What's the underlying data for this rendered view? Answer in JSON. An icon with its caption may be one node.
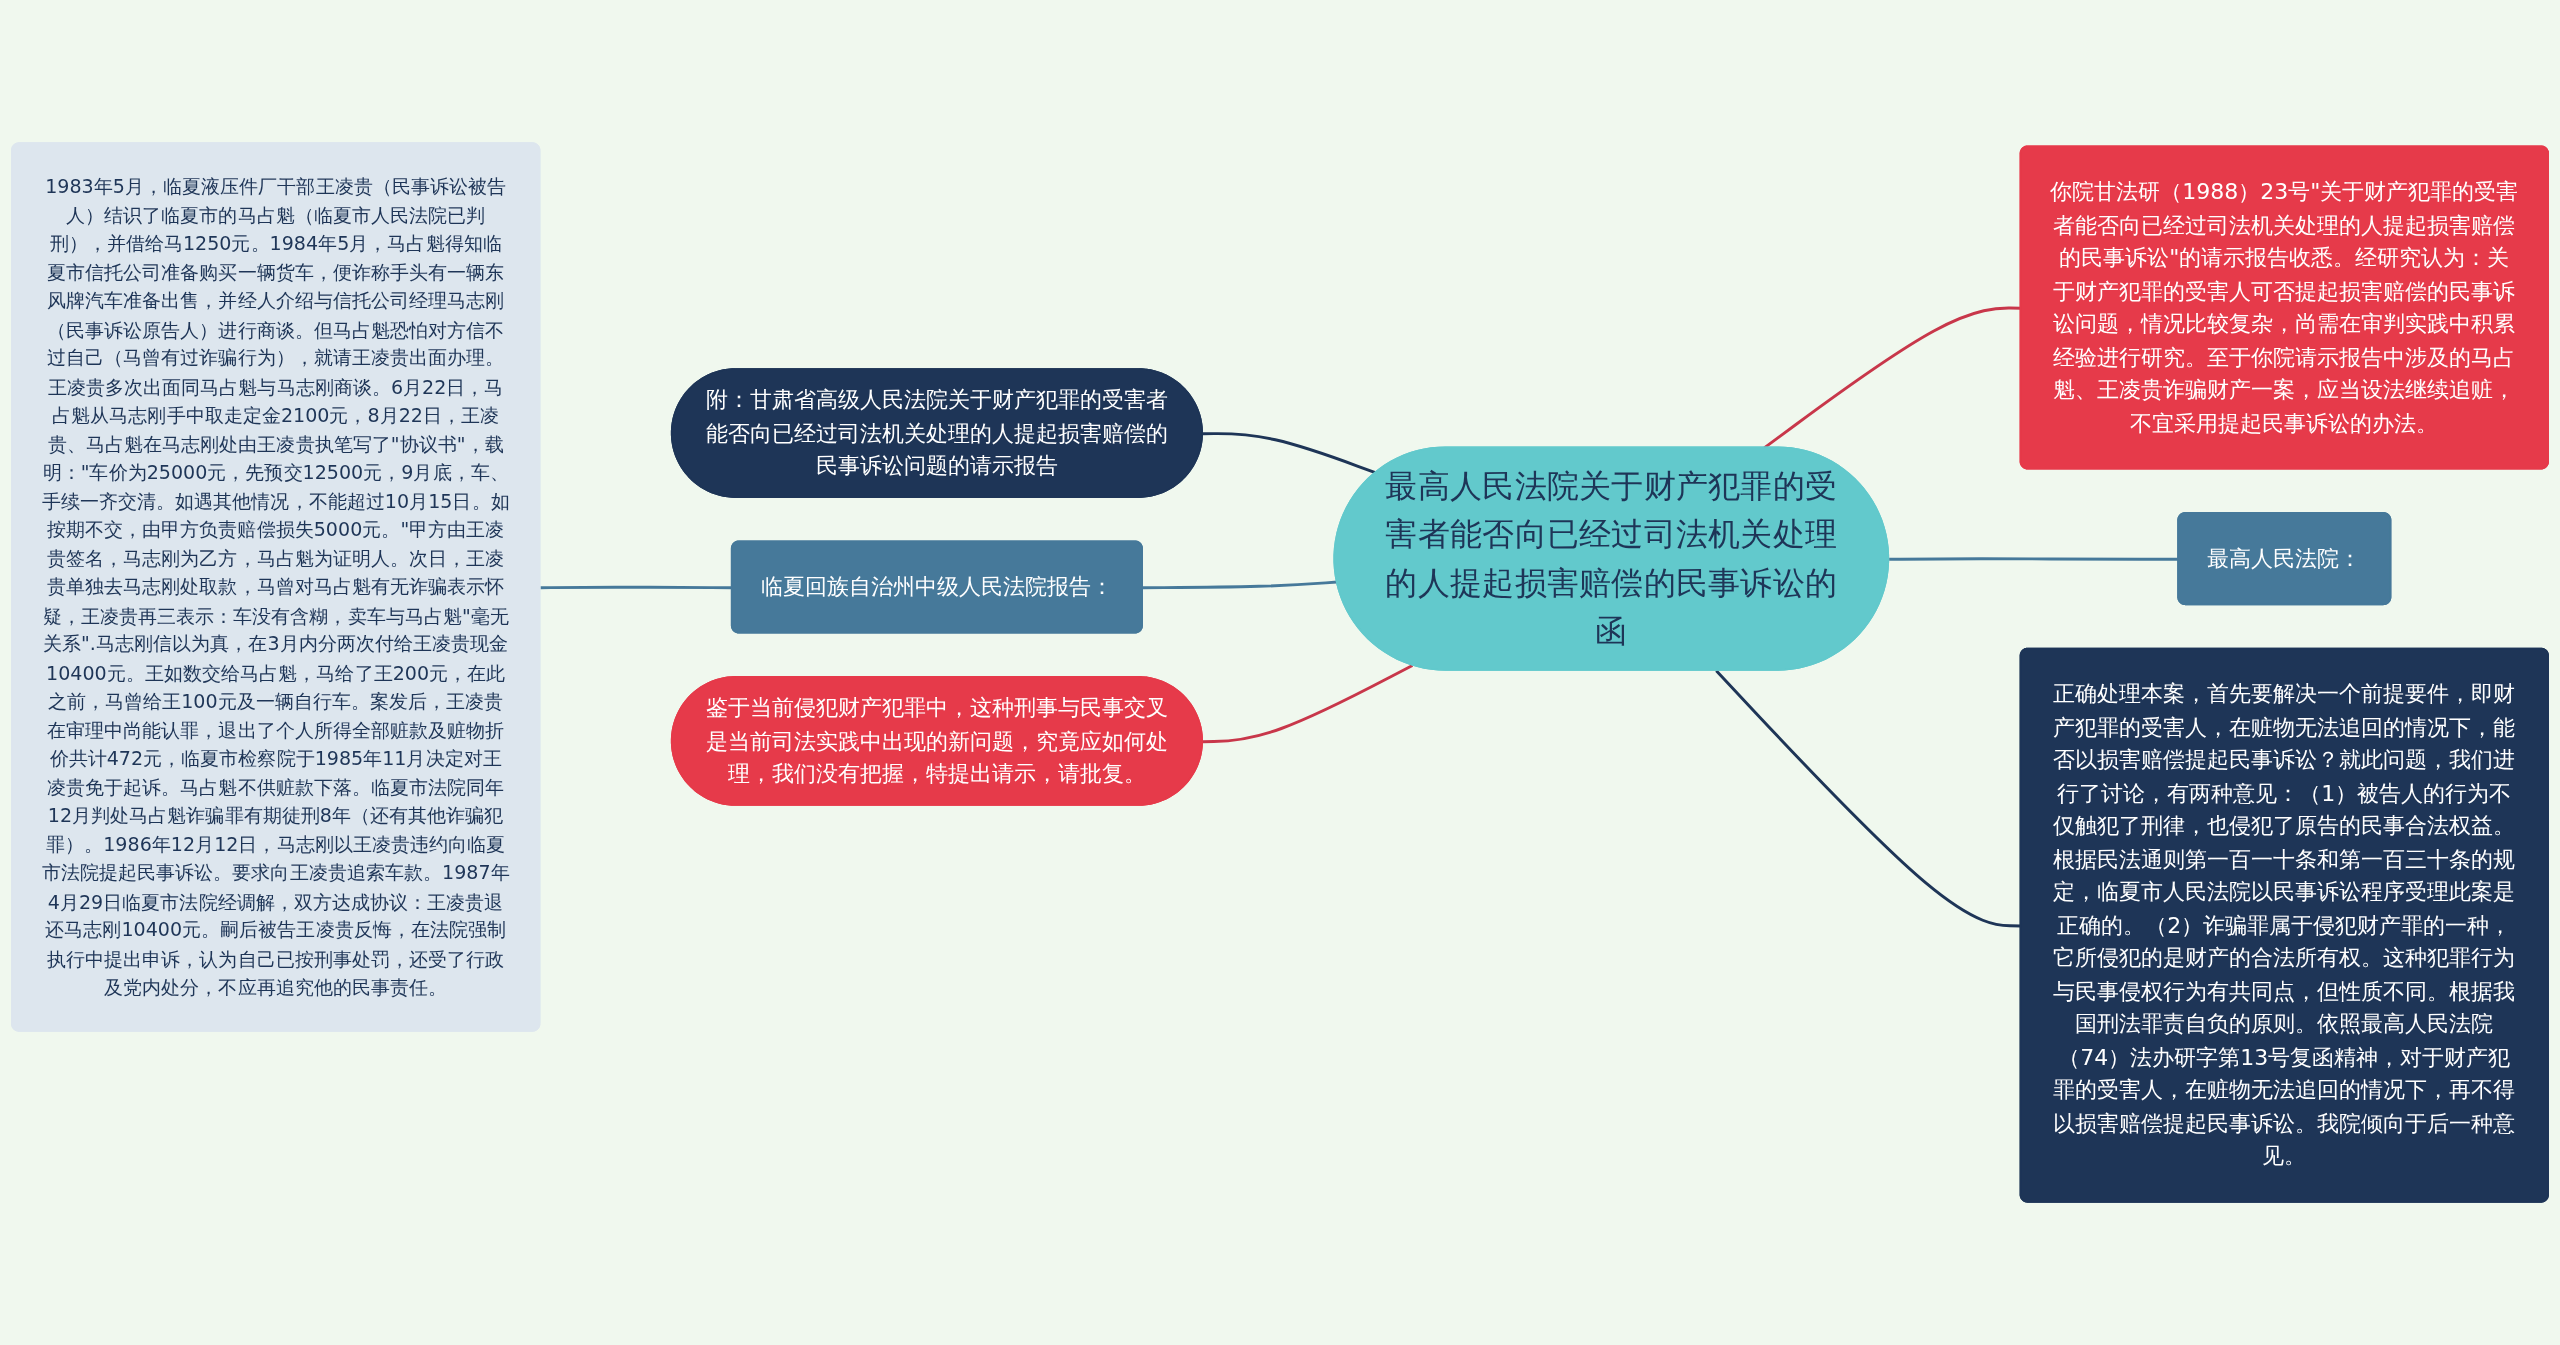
{
  "diagram": {
    "nodes": [
      {
        "text": [
          "最高人民法院关于财产犯罪的受害者能否向已经过司法机关处理的人提起损害赔偿的民事诉讼的函"
        ]
      },
      {
        "text": [
          "附：甘肃省高级人民法院关于财产犯罪的受害者能否向已经过司法机关处理的人提起损害赔偿的民事诉讼问题的请示报告"
        ]
      },
      {
        "text": [
          "你院甘法研（1988）23号\"关于财产犯罪的受害者能否向已经过司法机关处理的人提起损害赔偿的民事诉讼\"的请示报告收悉。经研究认为：关于财产犯罪的受害人可否提起损害赔偿的民事诉讼问题，情况比较复杂，尚需在审判实践中积累经验进行研究。至于你院请示报告中涉及的马占魁、王凌贵诈骗财产一案，应当设法继续追赃，不宜采用提起民事诉讼的办法。"
        ]
      },
      {
        "text": [
          "最高人民法院："
        ]
      },
      {
        "text": [
          "临夏回族自治州中级人民法院报告："
        ]
      },
      {
        "text": [
          "1983年5月，临夏液压件厂干部王凌贵（民事诉讼被告人）结识了临夏市的马占魁（临夏市人民法院已判刑），并借给马1250元。1984年5月，马占魁得知临夏市信托公司准备购买一辆货车，便诈称手头有一辆东风牌汽车准备出售，并经人介绍与信托公司经理马志刚（民事诉讼原告人）进行商谈。但马占魁恐怕对方信不过自己（马曾有过诈骗行为），就请王凌贵出面办理。王凌贵多次出面同马占魁与马志刚商谈。6月22日，马占魁从马志刚手中取走定金2100元，8月22日，王凌贵、马占魁在马志刚处由王凌贵执笔写了\"协议书\"，载明：\"车价为25000元，先预交12500元，9月底，车、手续一齐交清。如遇其他情况，不能超过10月15日。如按期不交，由甲方负责赔偿损失5000元。\"甲方由王凌贵签名，马志刚为乙方，马占魁为证明人。次日，王凌贵单独去马志刚处取款，马曾对马占魁有无诈骗表示怀疑，王凌贵再三表示：车没有含糊，卖车与马占魁\"毫无关系\".马志刚信以为真，在3月内分两次付给王凌贵现金10400元。王如数交给马占魁，马给了王200元，在此之前，马曾给王100元及一辆自行车。案发后，王凌贵在审理中尚能认罪，退出了个人所得全部赃款及赃物折价共计472元，临夏市检察院于1985年11月决定对王凌贵免于起诉。马占魁不供赃款下落。临夏市法院同年12月判处马占魁诈骗罪有期徒刑8年（还有其他诈骗犯罪）。1986年12月12日，马志刚以王凌贵违约向临夏市法院提起民事诉讼。要求向王凌贵追索车款。1987年4月29日临夏市法院经调解，双方达成协议：王凌贵退还马志刚10400元。嗣后被告王凌贵反悔，在法院强制执行中提出申诉，认为自己已按刑事处罚，还受了行政及党内处分，不应再追究他的民事责任。"
        ]
      },
      {
        "text": [
          "正确处理本案，首先要解决一个前提要件，即财产犯罪的受害人，在赃物无法追回的情况下，能否以损害赔偿提起民事诉讼？就此问题，我们进行了讨论，有两种意见：（1）被告人的行为不仅触犯了刑律，也侵犯了原告的民事合法权益。根据民法通则第一百一十条和第一百三十条的规定，临夏市人民法院以民事诉讼程序受理此案是正确的。（2）诈骗罪属于侵犯财产罪的一种，它所侵犯的是财产的合法所有权。这种犯罪行为与民事侵权行为有共同点，但性质不同。根据我国刑法罪责自负的原则。依照最高人民法院（74）法办研字第13号复函精神，对于财产犯罪的受害人，在赃物无法追回的情况下，再不得以损害赔偿提起民事诉讼。我院倾向于后一种意见。"
        ]
      },
      {
        "text": [
          "鉴于当前侵犯财产犯罪中，这种刑事与民事交叉是当前司法实践中出现的新问题，究竟应如何处理，我们没有把握，特提出请示，请批复。"
        ]
      }
    ],
    "edges": [
      {
        "from": 0,
        "to": 1,
        "arrow": "none",
        "color": "#1e3557"
      },
      {
        "from": 0,
        "to": 2,
        "arrow": "none",
        "color": "#c8374a"
      },
      {
        "from": 0,
        "to": 3,
        "arrow": "none"
      },
      {
        "from": 0,
        "to": 4,
        "arrow": "none"
      },
      {
        "from": 4,
        "to": 5,
        "arrow": "none"
      },
      {
        "from": 0,
        "to": 6,
        "arrow": "none",
        "color": "#1e3557"
      },
      {
        "from": 0,
        "to": 7,
        "arrow": "none",
        "color": "#c8374a"
      }
    ]
  }
}
